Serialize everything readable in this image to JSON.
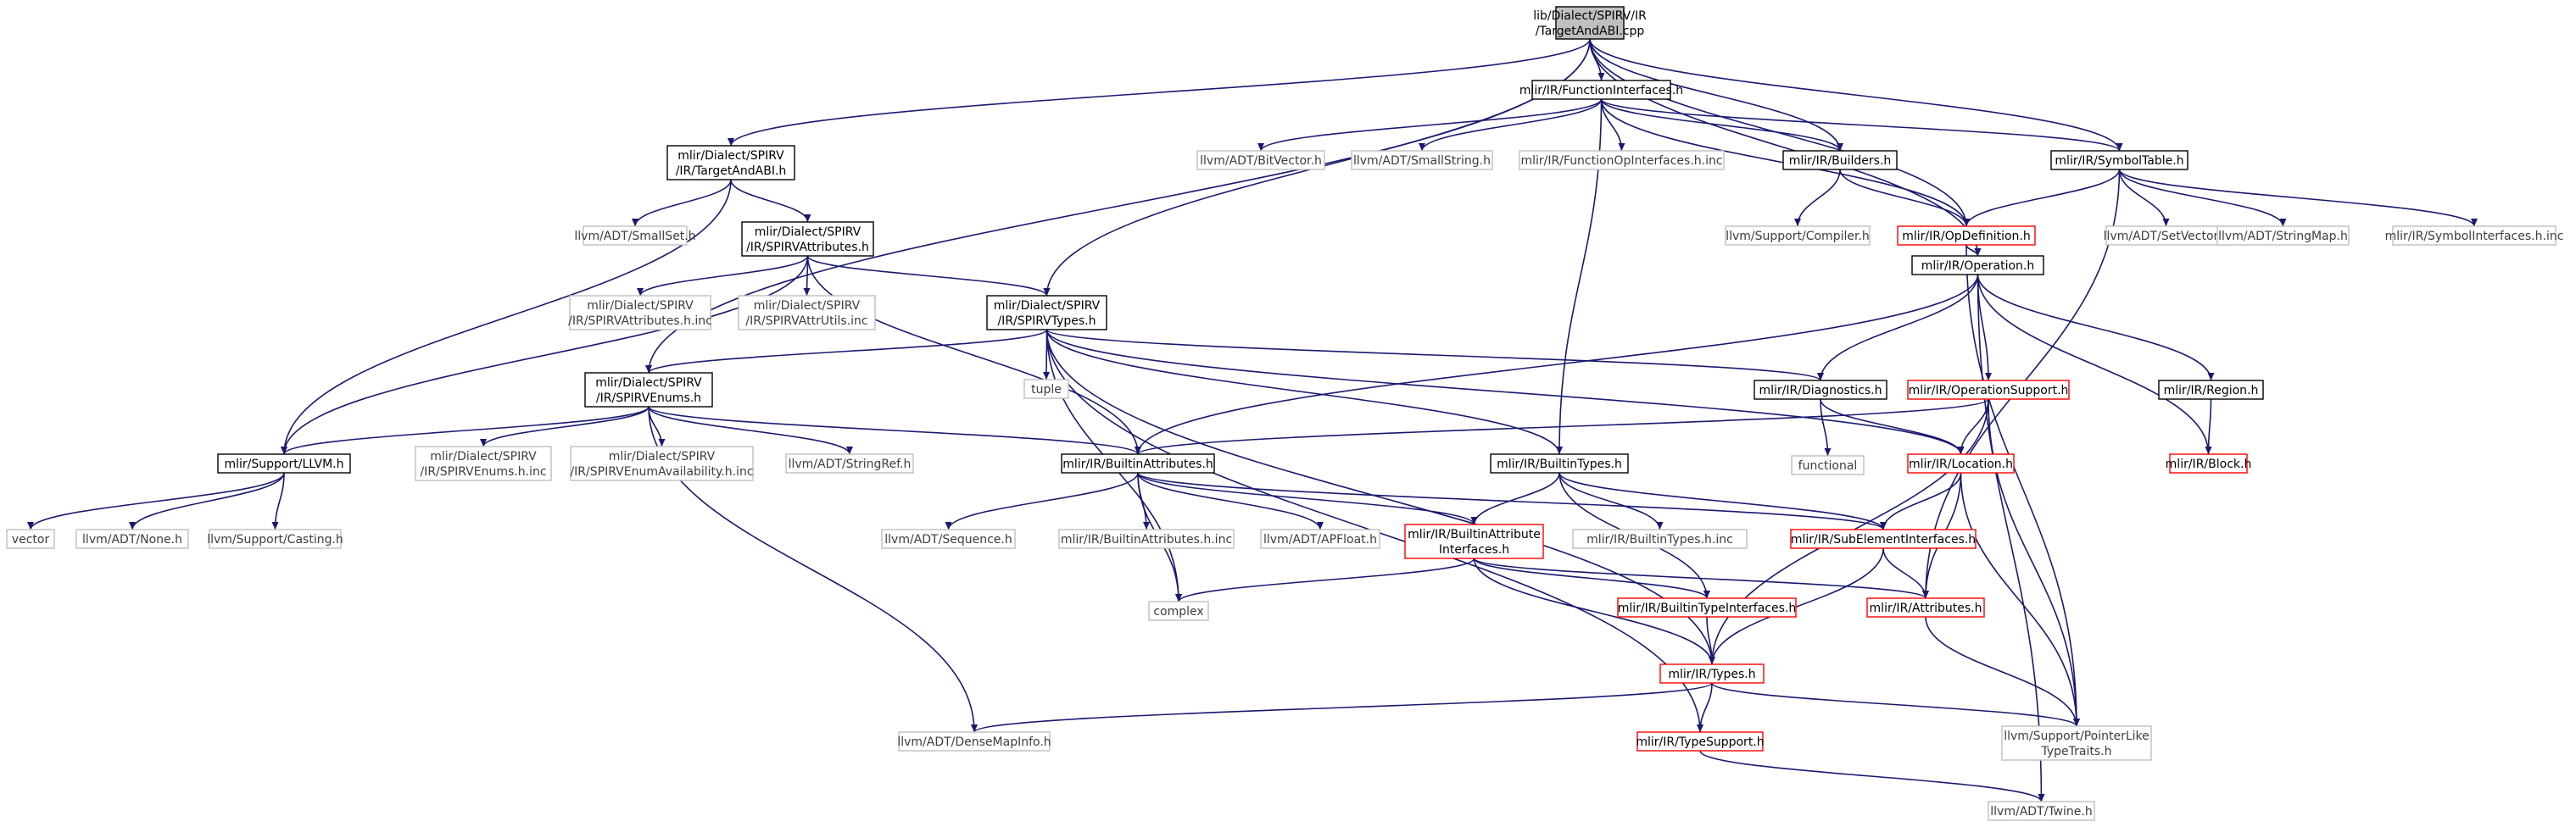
{
  "colors": {
    "edge": "#191970",
    "root_fill": "#bfbfbf",
    "root_border": "#000000",
    "internal_border": "#000000",
    "linked_border": "#ff0000",
    "external_border": "#bfbfbf",
    "label_text": "#000000",
    "external_text": "#3c3c3c"
  },
  "nodes": [
    {
      "id": "root",
      "kind": "root",
      "lines": [
        "lib/Dialect/SPIRV/IR",
        "/TargetAndABI.cpp"
      ]
    },
    {
      "id": "funcif",
      "kind": "internal",
      "lines": [
        "mlir/IR/FunctionInterfaces.h"
      ]
    },
    {
      "id": "tabi",
      "kind": "internal",
      "lines": [
        "mlir/Dialect/SPIRV",
        "/IR/TargetAndABI.h"
      ]
    },
    {
      "id": "bitvec",
      "kind": "external",
      "lines": [
        "llvm/ADT/BitVector.h"
      ]
    },
    {
      "id": "smallstr",
      "kind": "external",
      "lines": [
        "llvm/ADT/SmallString.h"
      ]
    },
    {
      "id": "funcopinc",
      "kind": "external",
      "lines": [
        "mlir/IR/FunctionOpInterfaces.h.inc"
      ]
    },
    {
      "id": "builders",
      "kind": "internal",
      "lines": [
        "mlir/IR/Builders.h"
      ]
    },
    {
      "id": "symtab",
      "kind": "internal",
      "lines": [
        "mlir/IR/SymbolTable.h"
      ]
    },
    {
      "id": "smallset",
      "kind": "external",
      "lines": [
        "llvm/ADT/SmallSet.h"
      ]
    },
    {
      "id": "spattr",
      "kind": "internal",
      "lines": [
        "mlir/Dialect/SPIRV",
        "/IR/SPIRVAttributes.h"
      ]
    },
    {
      "id": "compiler",
      "kind": "external",
      "lines": [
        "llvm/Support/Compiler.h"
      ]
    },
    {
      "id": "opdef",
      "kind": "linked",
      "lines": [
        "mlir/IR/OpDefinition.h"
      ]
    },
    {
      "id": "setvec",
      "kind": "external",
      "lines": [
        "llvm/ADT/SetVector.h"
      ]
    },
    {
      "id": "strmap",
      "kind": "external",
      "lines": [
        "llvm/ADT/StringMap.h"
      ]
    },
    {
      "id": "symifinc",
      "kind": "external",
      "lines": [
        "mlir/IR/SymbolInterfaces.h.inc"
      ]
    },
    {
      "id": "spattrinc",
      "kind": "external",
      "lines": [
        "mlir/Dialect/SPIRV",
        "/IR/SPIRVAttributes.h.inc"
      ]
    },
    {
      "id": "spattrutils",
      "kind": "external",
      "lines": [
        "mlir/Dialect/SPIRV",
        "/IR/SPIRVAttrUtils.inc"
      ]
    },
    {
      "id": "sptypes",
      "kind": "internal",
      "lines": [
        "mlir/Dialect/SPIRV",
        "/IR/SPIRVTypes.h"
      ]
    },
    {
      "id": "operation",
      "kind": "internal",
      "lines": [
        "mlir/IR/Operation.h"
      ]
    },
    {
      "id": "tuple",
      "kind": "external",
      "lines": [
        "tuple"
      ]
    },
    {
      "id": "spenums",
      "kind": "internal",
      "lines": [
        "mlir/Dialect/SPIRV",
        "/IR/SPIRVEnums.h"
      ]
    },
    {
      "id": "diag",
      "kind": "internal",
      "lines": [
        "mlir/IR/Diagnostics.h"
      ]
    },
    {
      "id": "opsupport",
      "kind": "linked",
      "lines": [
        "mlir/IR/OperationSupport.h"
      ]
    },
    {
      "id": "region",
      "kind": "internal",
      "lines": [
        "mlir/IR/Region.h"
      ]
    },
    {
      "id": "llvmh",
      "kind": "internal",
      "lines": [
        "mlir/Support/LLVM.h"
      ]
    },
    {
      "id": "spenumsinc",
      "kind": "external",
      "lines": [
        "mlir/Dialect/SPIRV",
        "/IR/SPIRVEnums.h.inc"
      ]
    },
    {
      "id": "spenumavail",
      "kind": "external",
      "lines": [
        "mlir/Dialect/SPIRV",
        "/IR/SPIRVEnumAvailability.h.inc"
      ]
    },
    {
      "id": "strref",
      "kind": "external",
      "lines": [
        "llvm/ADT/StringRef.h"
      ]
    },
    {
      "id": "battr",
      "kind": "internal",
      "lines": [
        "mlir/IR/BuiltinAttributes.h"
      ]
    },
    {
      "id": "btypes",
      "kind": "internal",
      "lines": [
        "mlir/IR/BuiltinTypes.h"
      ]
    },
    {
      "id": "functional",
      "kind": "external",
      "lines": [
        "functional"
      ]
    },
    {
      "id": "location",
      "kind": "linked",
      "lines": [
        "mlir/IR/Location.h"
      ]
    },
    {
      "id": "block",
      "kind": "linked",
      "lines": [
        "mlir/IR/Block.h"
      ]
    },
    {
      "id": "vector",
      "kind": "external",
      "lines": [
        "vector"
      ]
    },
    {
      "id": "none",
      "kind": "external",
      "lines": [
        "llvm/ADT/None.h"
      ]
    },
    {
      "id": "casting",
      "kind": "external",
      "lines": [
        "llvm/Support/Casting.h"
      ]
    },
    {
      "id": "sequence",
      "kind": "external",
      "lines": [
        "llvm/ADT/Sequence.h"
      ]
    },
    {
      "id": "battrinc",
      "kind": "external",
      "lines": [
        "mlir/IR/BuiltinAttributes.h.inc"
      ]
    },
    {
      "id": "apfloat",
      "kind": "external",
      "lines": [
        "llvm/ADT/APFloat.h"
      ]
    },
    {
      "id": "battrif",
      "kind": "linked",
      "lines": [
        "mlir/IR/BuiltinAttribute",
        "Interfaces.h"
      ]
    },
    {
      "id": "btypesinc",
      "kind": "external",
      "lines": [
        "mlir/IR/BuiltinTypes.h.inc"
      ]
    },
    {
      "id": "subelem",
      "kind": "linked",
      "lines": [
        "mlir/IR/SubElementInterfaces.h"
      ]
    },
    {
      "id": "complex",
      "kind": "external",
      "lines": [
        "complex"
      ]
    },
    {
      "id": "btypeif",
      "kind": "linked",
      "lines": [
        "mlir/IR/BuiltinTypeInterfaces.h"
      ]
    },
    {
      "id": "attributes",
      "kind": "linked",
      "lines": [
        "mlir/IR/Attributes.h"
      ]
    },
    {
      "id": "types",
      "kind": "linked",
      "lines": [
        "mlir/IR/Types.h"
      ]
    },
    {
      "id": "densemap",
      "kind": "external",
      "lines": [
        "llvm/ADT/DenseMapInfo.h"
      ]
    },
    {
      "id": "typesupport",
      "kind": "linked",
      "lines": [
        "mlir/IR/TypeSupport.h"
      ]
    },
    {
      "id": "ptrlike",
      "kind": "external",
      "lines": [
        "llvm/Support/PointerLike",
        "TypeTraits.h"
      ]
    },
    {
      "id": "twine",
      "kind": "external",
      "lines": [
        "llvm/ADT/Twine.h"
      ]
    }
  ],
  "edges": [
    [
      "root",
      "funcif"
    ],
    [
      "root",
      "tabi"
    ],
    [
      "root",
      "builders"
    ],
    [
      "root",
      "symtab"
    ],
    [
      "root",
      "sptypes"
    ],
    [
      "root",
      "spenums"
    ],
    [
      "root",
      "operation"
    ],
    [
      "root",
      "opdef"
    ],
    [
      "funcif",
      "bitvec"
    ],
    [
      "funcif",
      "smallstr"
    ],
    [
      "funcif",
      "funcopinc"
    ],
    [
      "funcif",
      "builders"
    ],
    [
      "funcif",
      "symtab"
    ],
    [
      "funcif",
      "opdef"
    ],
    [
      "funcif",
      "btypes"
    ],
    [
      "tabi",
      "smallset"
    ],
    [
      "tabi",
      "spattr"
    ],
    [
      "tabi",
      "llvmh"
    ],
    [
      "builders",
      "compiler"
    ],
    [
      "builders",
      "opdef"
    ],
    [
      "symtab",
      "opdef"
    ],
    [
      "symtab",
      "setvec"
    ],
    [
      "symtab",
      "strmap"
    ],
    [
      "symtab",
      "symifinc"
    ],
    [
      "symtab",
      "attributes"
    ],
    [
      "spattr",
      "spattrinc"
    ],
    [
      "spattr",
      "spattrutils"
    ],
    [
      "spattr",
      "sptypes"
    ],
    [
      "spattr",
      "battr"
    ],
    [
      "spattr",
      "llvmh"
    ],
    [
      "opdef",
      "operation"
    ],
    [
      "opdef",
      "ptrlike"
    ],
    [
      "sptypes",
      "spenums"
    ],
    [
      "sptypes",
      "tuple"
    ],
    [
      "sptypes",
      "diag"
    ],
    [
      "sptypes",
      "btypes"
    ],
    [
      "sptypes",
      "location"
    ],
    [
      "sptypes",
      "types"
    ],
    [
      "sptypes",
      "complex"
    ],
    [
      "sptypes",
      "typesupport"
    ],
    [
      "operation",
      "diag"
    ],
    [
      "operation",
      "opsupport"
    ],
    [
      "operation",
      "region"
    ],
    [
      "operation",
      "block"
    ],
    [
      "operation",
      "battr"
    ],
    [
      "operation",
      "twine"
    ],
    [
      "spenums",
      "llvmh"
    ],
    [
      "spenums",
      "spenumsinc"
    ],
    [
      "spenums",
      "spenumavail"
    ],
    [
      "spenums",
      "strref"
    ],
    [
      "spenums",
      "battr"
    ],
    [
      "spenums",
      "densemap"
    ],
    [
      "diag",
      "functional"
    ],
    [
      "diag",
      "location"
    ],
    [
      "opsupport",
      "battr"
    ],
    [
      "opsupport",
      "location"
    ],
    [
      "opsupport",
      "types"
    ],
    [
      "opsupport",
      "ptrlike"
    ],
    [
      "region",
      "block"
    ],
    [
      "llvmh",
      "vector"
    ],
    [
      "llvmh",
      "none"
    ],
    [
      "llvmh",
      "casting"
    ],
    [
      "battr",
      "sequence"
    ],
    [
      "battr",
      "battrinc"
    ],
    [
      "battr",
      "apfloat"
    ],
    [
      "battr",
      "battrif"
    ],
    [
      "battr",
      "subelem"
    ],
    [
      "battr",
      "complex"
    ],
    [
      "btypes",
      "battrif"
    ],
    [
      "btypes",
      "btypesinc"
    ],
    [
      "btypes",
      "subelem"
    ],
    [
      "btypes",
      "btypeif"
    ],
    [
      "location",
      "subelem"
    ],
    [
      "location",
      "attributes"
    ],
    [
      "location",
      "ptrlike"
    ],
    [
      "battrif",
      "complex"
    ],
    [
      "battrif",
      "btypeif"
    ],
    [
      "battrif",
      "attributes"
    ],
    [
      "battrif",
      "types"
    ],
    [
      "subelem",
      "attributes"
    ],
    [
      "subelem",
      "types"
    ],
    [
      "btypeif",
      "types"
    ],
    [
      "attributes",
      "ptrlike"
    ],
    [
      "types",
      "densemap"
    ],
    [
      "types",
      "typesupport"
    ],
    [
      "types",
      "ptrlike"
    ],
    [
      "typesupport",
      "twine"
    ]
  ]
}
